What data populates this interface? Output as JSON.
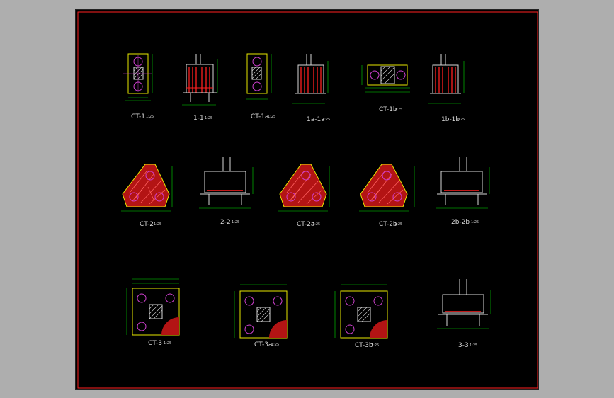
{
  "colors": {
    "background": "#aeaeae",
    "canvas": "#000000",
    "border": "#ff2020",
    "outline": "#e8e800",
    "dimension": "#00e000",
    "rebar": "#ff2020",
    "pile": "#d040d0",
    "column": "#d8d8d8",
    "caption": "#d8d8d8"
  },
  "drawings": {
    "ct1": {
      "title": "CT-1",
      "scale": "1:25"
    },
    "s11": {
      "title": "1-1",
      "scale": "1:25"
    },
    "ct1a": {
      "title": "CT-1a",
      "scale": "1:25"
    },
    "s1a": {
      "title": "1a-1a",
      "scale": "1:25"
    },
    "ct1b": {
      "title": "CT-1b",
      "scale": "1:25"
    },
    "s1b": {
      "title": "1b-1b",
      "scale": "1:25"
    },
    "ct2": {
      "title": "CT-2",
      "scale": "1:25"
    },
    "s22": {
      "title": "2-2",
      "scale": "1:25"
    },
    "ct2a": {
      "title": "CT-2a",
      "scale": "1:25"
    },
    "ct2b": {
      "title": "CT-2b",
      "scale": "1:25"
    },
    "s2b": {
      "title": "2b-2b",
      "scale": "1:25"
    },
    "ct3": {
      "title": "CT-3",
      "scale": "1:25"
    },
    "ct3a": {
      "title": "CT-3a",
      "scale": "1:25"
    },
    "ct3b": {
      "title": "CT-3b",
      "scale": "1:25"
    },
    "s33": {
      "title": "3-3",
      "scale": "1:25"
    }
  }
}
